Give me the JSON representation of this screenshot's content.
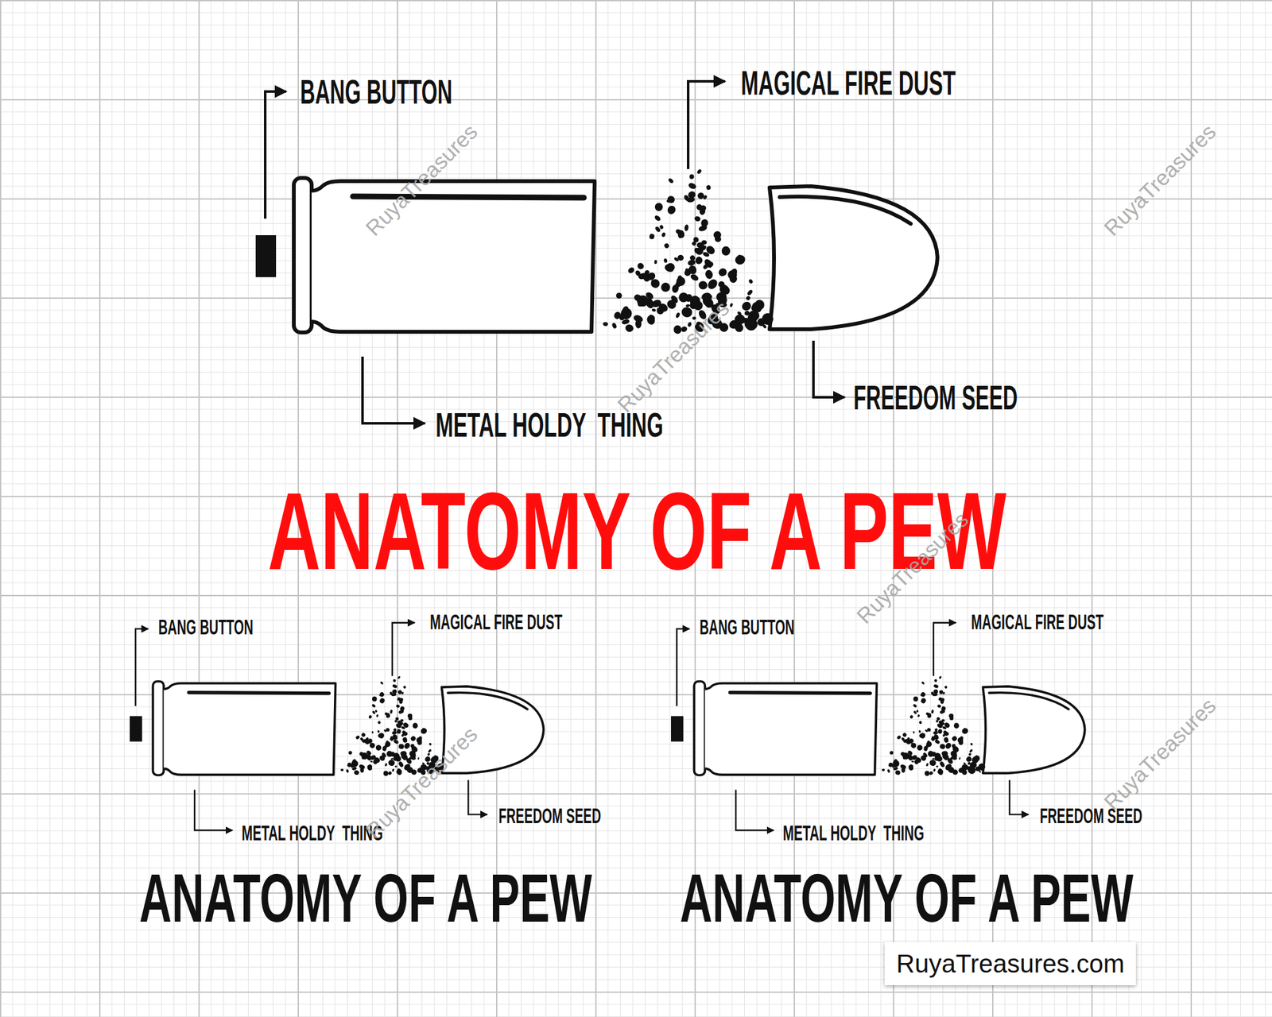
{
  "diagram": {
    "title": "ANATOMY OF A PEW",
    "labels": [
      "BANG BUTTON",
      "MAGICAL FIRE DUST",
      "METAL HOLDY  THING",
      "FREEDOM SEED",
      "RuyaTreasures",
      "RuyaTreasures",
      "RuyaTreasures",
      "RuyaTreasures",
      "BANG BUTTON",
      "MAGICAL FIRE DUST",
      "METAL HOLDY  THING",
      "FREEDOM SEED",
      "ANATOMY OF A PEW",
      "RuyaTreasures",
      "BANG BUTTON",
      "MAGICAL FIRE DUST",
      "METAL HOLDY  THING",
      "FREEDOM SEED",
      "ANATOMY OF A PEW",
      "RuyaTreasures",
      "RuyaTreasures.com"
    ]
  }
}
